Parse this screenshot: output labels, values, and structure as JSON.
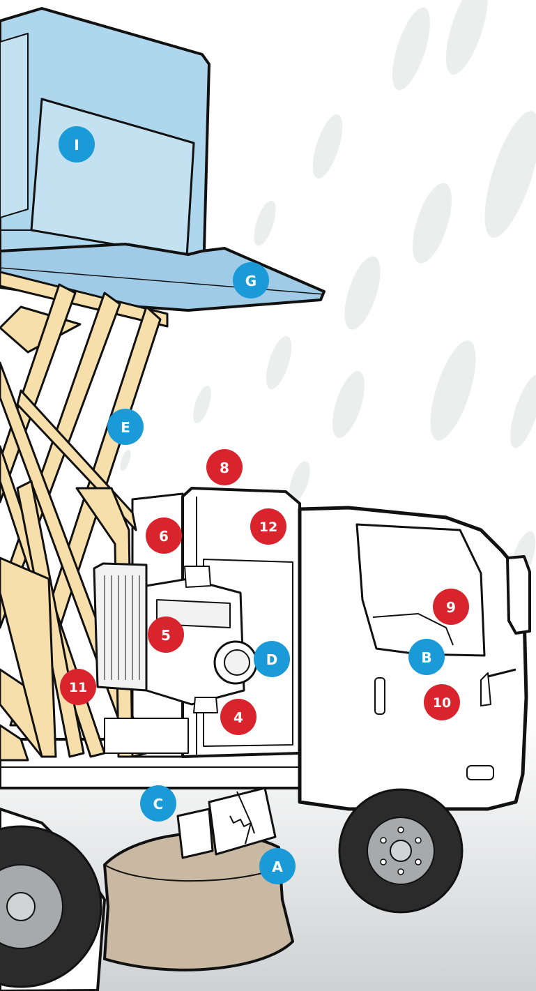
{
  "colors": {
    "background": "#ffffff",
    "bottom_gradient": "#cfd1d3",
    "rain_drop": "#eceded",
    "outline": "#111111",
    "hopper_blue": "#aed6ec",
    "scissor_lift": "#f6dfaa",
    "truck_body": "#ffffff",
    "engine_gray": "#f2f2f2",
    "broom_tan": "#c9b8a2",
    "tire": "#2b2b2b",
    "hub": "#a7a9ac",
    "marker_blue": "#1a9ad7",
    "marker_red": "#d9232d"
  },
  "callouts": {
    "blue": [
      {
        "id": "a",
        "label": "A"
      },
      {
        "id": "b",
        "label": "B"
      },
      {
        "id": "c",
        "label": "C"
      },
      {
        "id": "d",
        "label": "D"
      },
      {
        "id": "e",
        "label": "E"
      },
      {
        "id": "g",
        "label": "G"
      },
      {
        "id": "i",
        "label": "I"
      }
    ],
    "red": [
      {
        "id": "4",
        "label": "4"
      },
      {
        "id": "5",
        "label": "5"
      },
      {
        "id": "6",
        "label": "6"
      },
      {
        "id": "8",
        "label": "8"
      },
      {
        "id": "9",
        "label": "9"
      },
      {
        "id": "10",
        "label": "10"
      },
      {
        "id": "11",
        "label": "11"
      },
      {
        "id": "12",
        "label": "12"
      }
    ]
  },
  "icons": [
    "rain-drop-icon",
    "engine-icon",
    "wheel-icon",
    "broom-icon",
    "scissor-lift-icon",
    "hopper-icon"
  ]
}
